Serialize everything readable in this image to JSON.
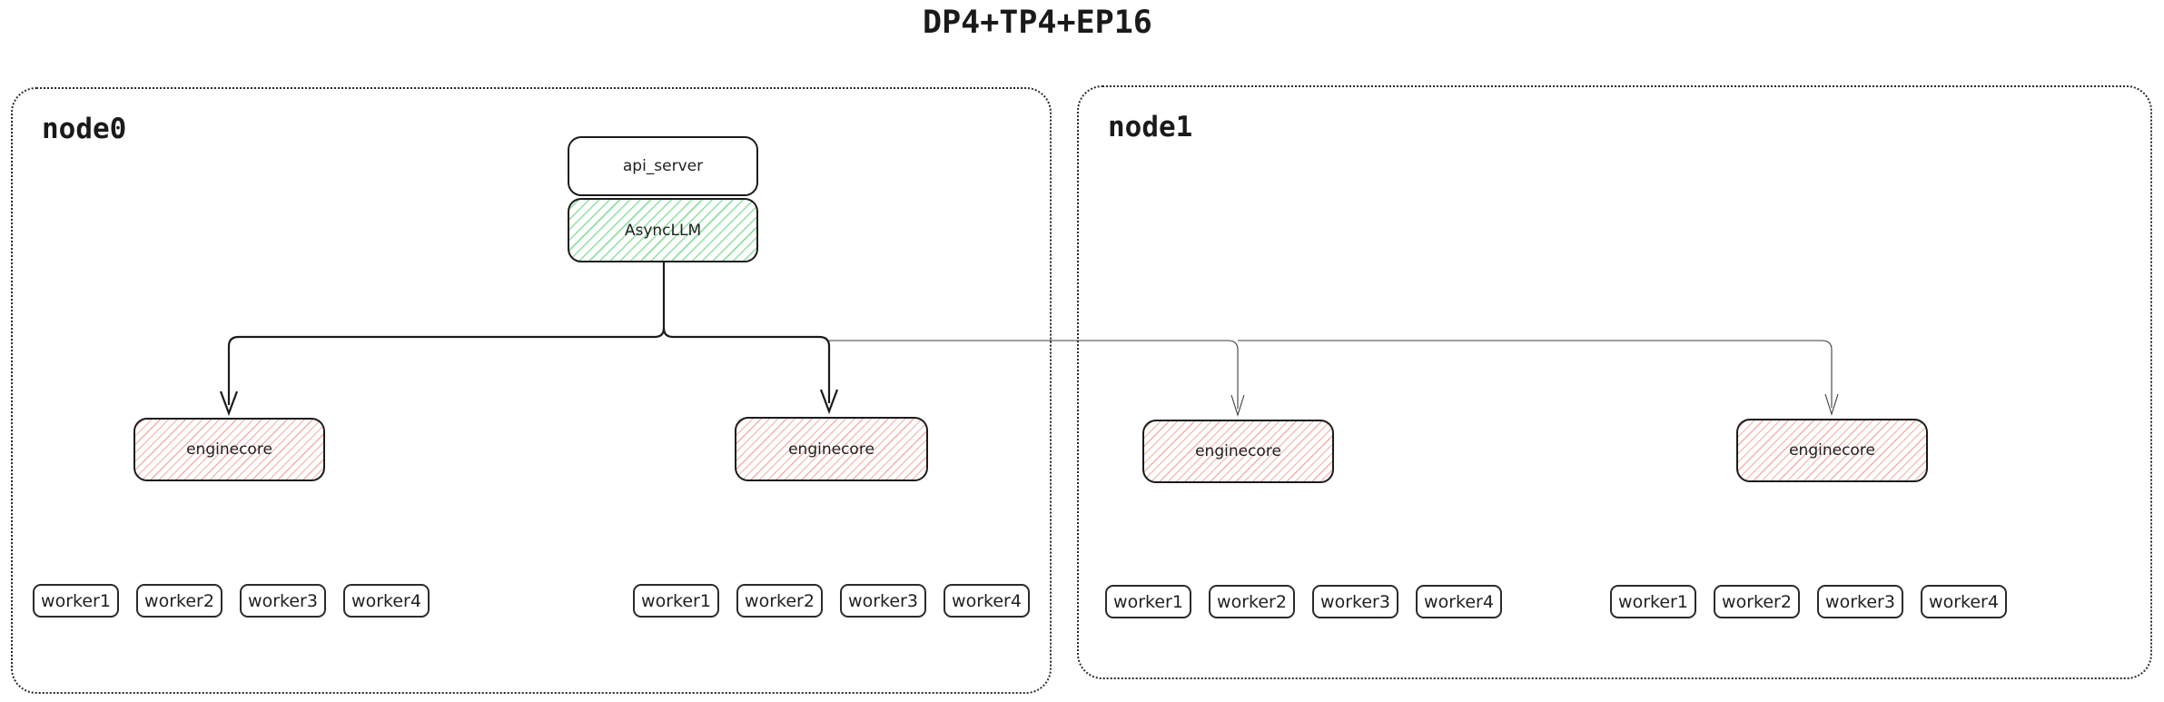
{
  "title": "DP4+TP4+EP16",
  "api_server_label": "api_server",
  "async_llm_label": "AsyncLLM",
  "nodes": [
    {
      "label": "node0",
      "enginecores": [
        {
          "label": "enginecore",
          "workers": [
            "worker1",
            "worker2",
            "worker3",
            "worker4"
          ]
        },
        {
          "label": "enginecore",
          "workers": [
            "worker1",
            "worker2",
            "worker3",
            "worker4"
          ]
        }
      ]
    },
    {
      "label": "node1",
      "enginecores": [
        {
          "label": "enginecore",
          "workers": [
            "worker1",
            "worker2",
            "worker3",
            "worker4"
          ]
        },
        {
          "label": "enginecore",
          "workers": [
            "worker1",
            "worker2",
            "worker3",
            "worker4"
          ]
        }
      ]
    }
  ],
  "colors": {
    "border": "#1b1b1b",
    "green_hatch": "#8fe0a0",
    "red_hatch": "#f2b0a8",
    "text": "#222222"
  }
}
